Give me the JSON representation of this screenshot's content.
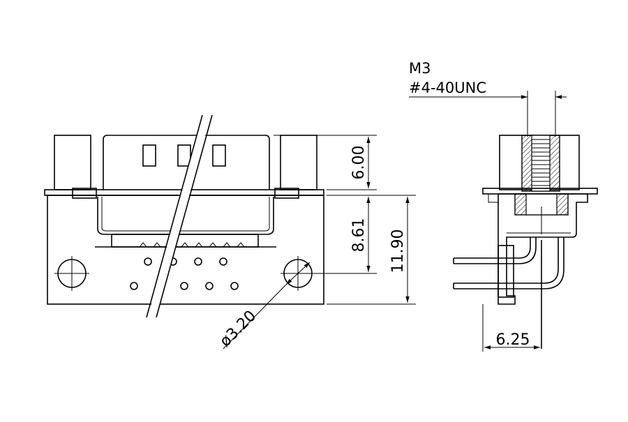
{
  "drawing": {
    "colors": {
      "line": "#000000",
      "background": "#ffffff"
    },
    "labels": {
      "thread_metric": "M3",
      "thread_unc": "#4-40UNC",
      "dim_6_00": "6.00",
      "dim_8_61": "8.61",
      "dim_11_90": "11.90",
      "dim_hole": "ø3.20",
      "dim_6_25": "6.25"
    }
  }
}
